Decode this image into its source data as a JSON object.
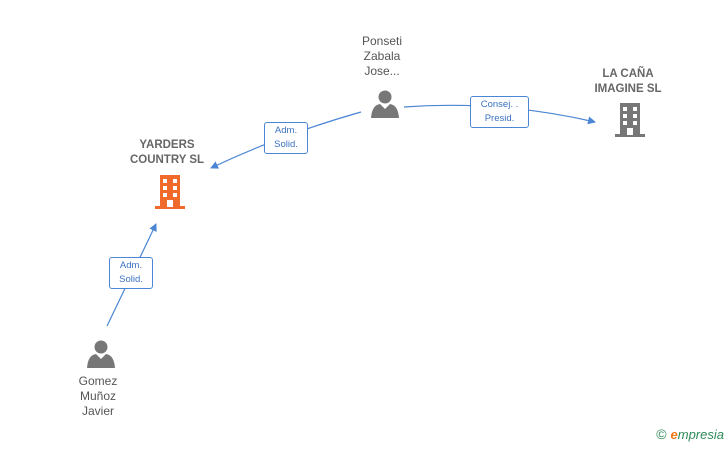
{
  "nodes": {
    "ponseti": {
      "lines": [
        "Ponseti",
        "Zabala",
        "Jose..."
      ],
      "type": "person"
    },
    "gomez": {
      "lines": [
        "Gomez",
        "Muñoz",
        "Javier"
      ],
      "type": "person"
    },
    "yarders": {
      "lines": [
        "YARDERS",
        "COUNTRY  SL"
      ],
      "type": "company",
      "highlight": true
    },
    "lacana": {
      "lines": [
        "LA CAÑA",
        "IMAGINE  SL"
      ],
      "type": "company"
    }
  },
  "edges": {
    "ponseti_yarders": {
      "lines": [
        "Adm.",
        "Solid."
      ]
    },
    "ponseti_lacana": {
      "lines": [
        "Consej. .",
        "Presid."
      ]
    },
    "gomez_yarders": {
      "lines": [
        "Adm.",
        "Solid."
      ]
    }
  },
  "colors": {
    "edge": "#4a86d4",
    "person": "#777777",
    "company": "#777777",
    "highlight": "#f06a2c"
  },
  "footer": {
    "copyright": "©",
    "brand_initial": "e",
    "brand_rest": "mpresia"
  }
}
